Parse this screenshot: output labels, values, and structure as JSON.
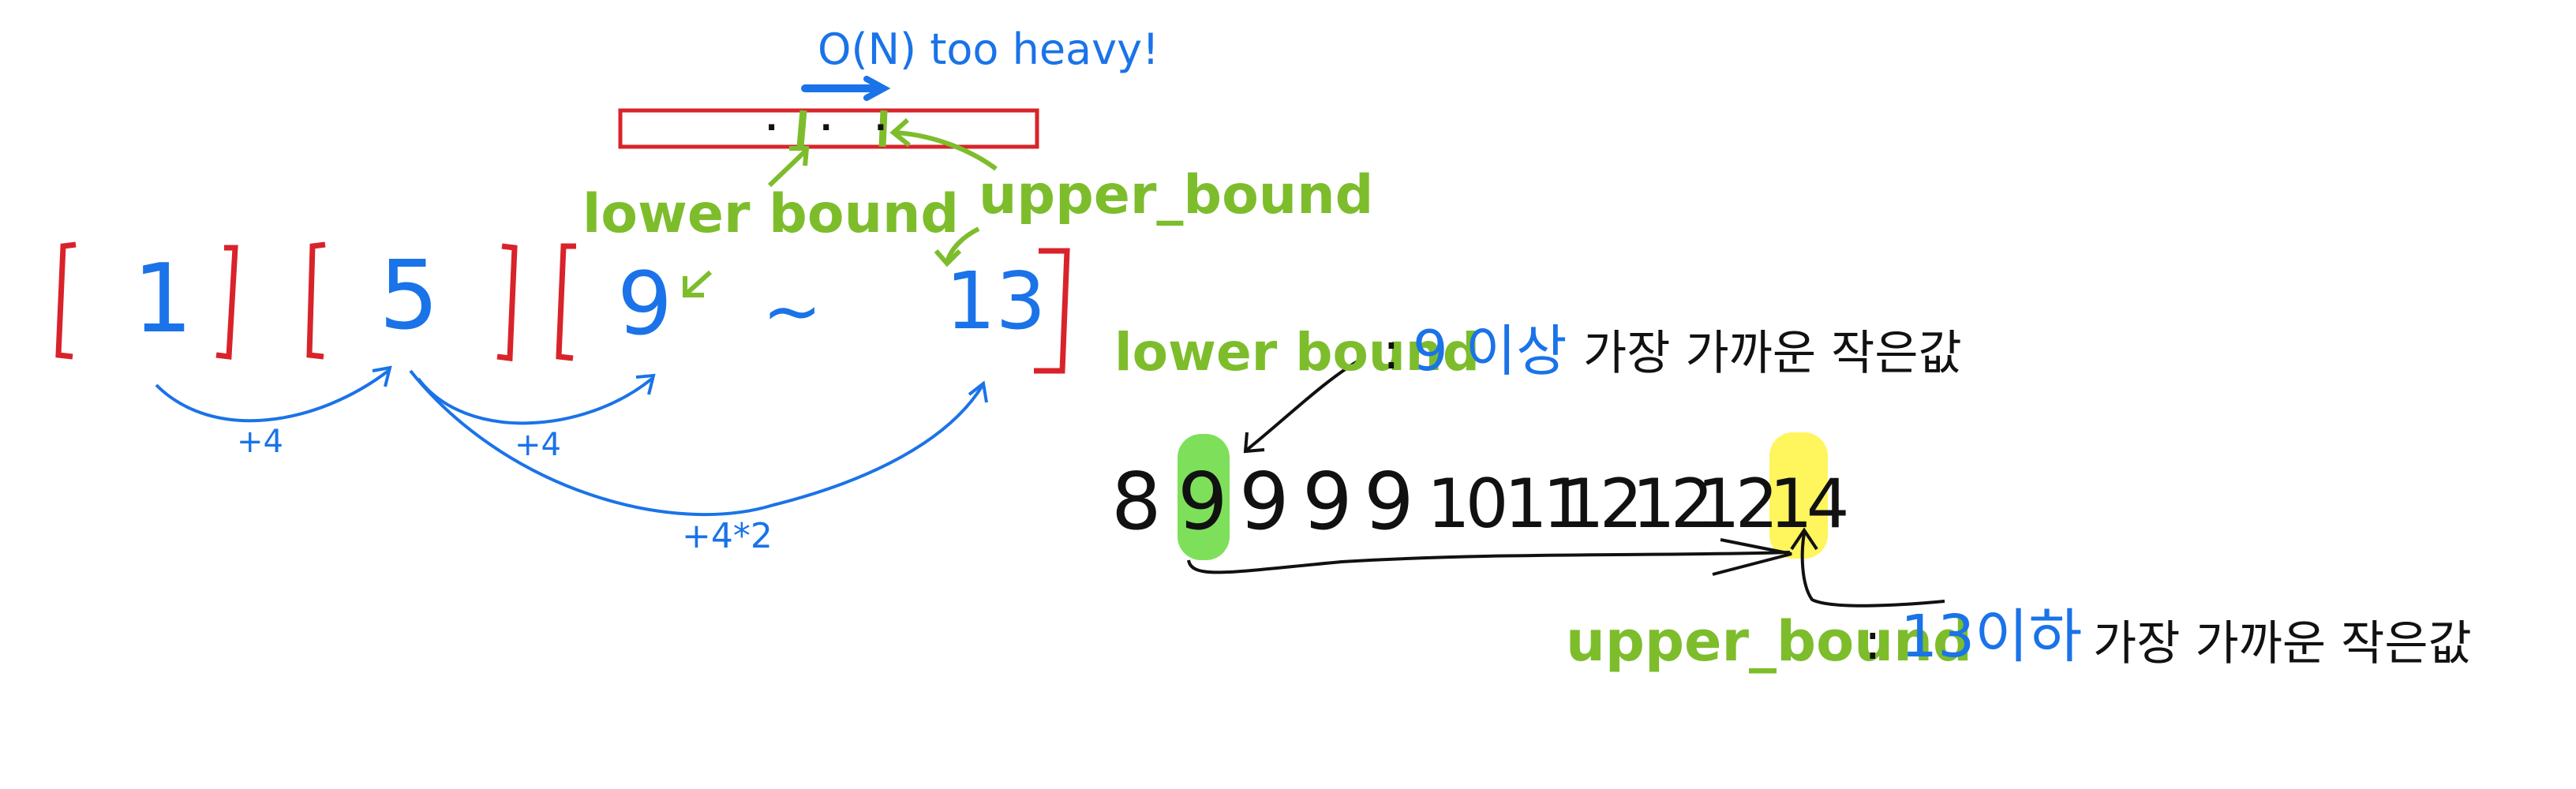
{
  "top": {
    "complexity_note": "O(N) too heavy!",
    "dots": ". . ."
  },
  "ranges": {
    "left_brackets": [
      "[",
      "[",
      "["
    ],
    "right_brackets": [
      "]",
      "]",
      "]"
    ],
    "values": [
      "1",
      "5",
      "9",
      "13"
    ],
    "tilde": "~",
    "step_labels": [
      "+4",
      "+4",
      "+4*2"
    ]
  },
  "labels": {
    "lower_bound_top": "lower bound",
    "upper_bound_top": "upper_bound",
    "lower_bound_key": "lower bound",
    "lower_bound_colon": ":",
    "lower_bound_value": "9 이상",
    "lower_bound_desc": "가장 가까운 작은값",
    "upper_bound_key": "upper_bound",
    "upper_bound_colon": ":",
    "upper_bound_value": "13이하",
    "upper_bound_desc": "가장 가까운 작은값"
  },
  "sequence": [
    "8",
    "9",
    "9",
    "9",
    "9",
    "10",
    "11",
    "12",
    "12",
    "12",
    "14"
  ],
  "highlights": {
    "green": "#7ee05a",
    "yellow": "#fff55c"
  },
  "colors": {
    "blue": "#1a73e8",
    "green": "#7dbd2c",
    "red": "#d9232a",
    "black": "#111111"
  }
}
